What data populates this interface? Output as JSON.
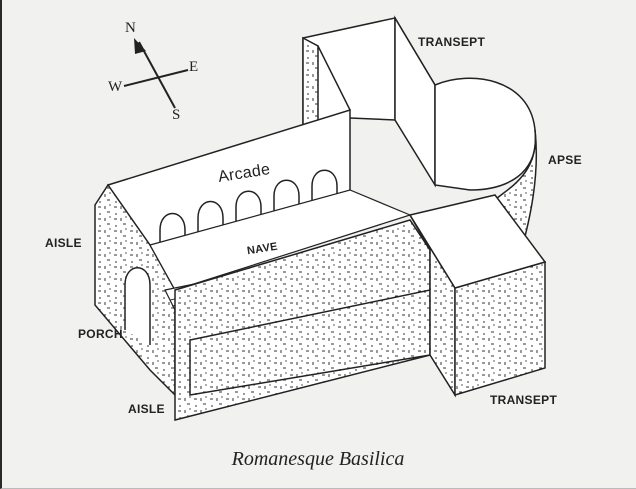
{
  "caption": "Romanesque Basilica",
  "compass": {
    "north": "N",
    "south": "S",
    "east": "E",
    "west": "W"
  },
  "labels": {
    "transept_north": "TRANSEPT",
    "transept_south": "TRANSEPT",
    "apse": "APSE",
    "arcade": "Arcade",
    "nave": "NAVE",
    "aisle_west": "AISLE",
    "aisle_south": "AISLE",
    "porch": "PORCH"
  },
  "colors": {
    "ink": "#222222",
    "paper": "#f1f1ef",
    "wall_fill": "#ffffff"
  }
}
